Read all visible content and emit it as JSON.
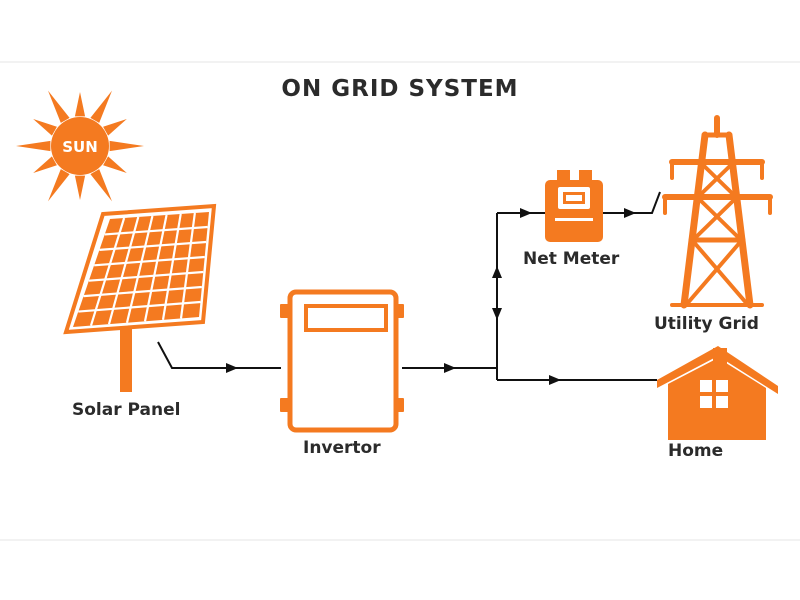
{
  "title": "ON GRID SYSTEM",
  "sun": {
    "label": "SUN"
  },
  "nodes": {
    "solar_panel": "Solar Panel",
    "invertor": "Invertor",
    "net_meter": "Net Meter",
    "utility_grid": "Utility Grid",
    "home": "Home"
  },
  "colors": {
    "accent": "#f47a20",
    "line": "#111111",
    "text": "#2b2b2b"
  },
  "icons": [
    "sun-icon",
    "solar-panel-icon",
    "invertor-icon",
    "net-meter-icon",
    "transmission-tower-icon",
    "house-icon"
  ]
}
